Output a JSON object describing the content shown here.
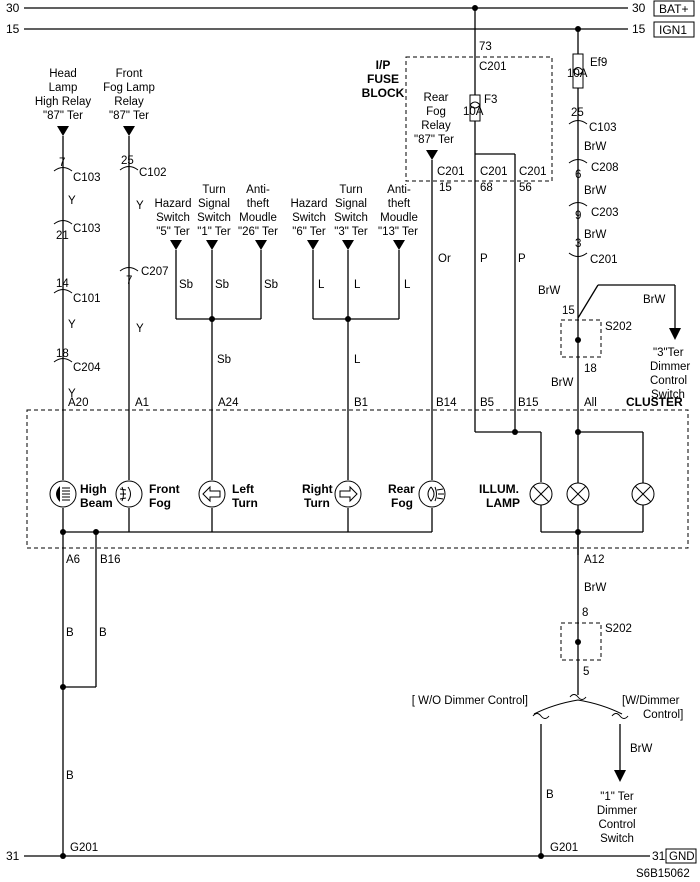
{
  "rails": {
    "bat_num_left": "30",
    "bat_num_right": "30",
    "bat_label": "BAT+",
    "ign_num_left": "15",
    "ign_num_right": "15",
    "ign_label": "IGN1",
    "gnd_num_left": "31",
    "gnd_num_right": "31",
    "gnd_label": "GND"
  },
  "fuse_block": {
    "title": [
      "I/P",
      "FUSE",
      "BLOCK"
    ],
    "pin_top": "73",
    "conn_top": "C201",
    "fuse_name": "F3",
    "fuse_rating": "10A",
    "relay_label": [
      "Rear",
      "Fog",
      "Relay",
      "\"87\" Ter"
    ],
    "bottom_conns": [
      "C201",
      "C201",
      "C201"
    ],
    "bottom_pins": [
      "15",
      "68",
      "56"
    ]
  },
  "ef9": {
    "name": "Ef9",
    "rating": "10A"
  },
  "sources": {
    "head_lamp": [
      "Head",
      "Lamp",
      "High Relay",
      "\"87\" Ter"
    ],
    "front_fog": [
      "Front",
      "Fog Lamp",
      "Relay",
      "\"87\" Ter"
    ],
    "hazard_left": [
      "Hazard",
      "Switch",
      "\"5\" Ter"
    ],
    "turn_left": [
      "Turn",
      "Signal",
      "Switch",
      "\"1\" Ter"
    ],
    "anti_left": [
      "Anti-",
      "theft",
      "Moudle",
      "\"26\" Ter"
    ],
    "hazard_right": [
      "Hazard",
      "Switch",
      "\"6\" Ter"
    ],
    "turn_right": [
      "Turn",
      "Signal",
      "Switch",
      "\"3\" Ter"
    ],
    "anti_right": [
      "Anti-",
      "theft",
      "Moudle",
      "\"13\" Ter"
    ]
  },
  "connectors": {
    "c103a_pin": "7",
    "c103a": "C103",
    "c103b_pin": "21",
    "c103b": "C103",
    "c101_pin": "14",
    "c101": "C101",
    "c204_pin": "18",
    "c204": "C204",
    "c102_pin": "25",
    "c102": "C102",
    "c207_pin": "7",
    "c207": "C207",
    "r_c103_pin": "25",
    "r_c103": "C103",
    "c208_pin": "6",
    "c208": "C208",
    "c203_pin": "9",
    "c203": "C203",
    "r_c201_pin": "3",
    "r_c201": "C201"
  },
  "wire_colors": {
    "y1": "Y",
    "y2": "Y",
    "y3": "Y",
    "y4": "Y",
    "y5": "Y",
    "sb1": "Sb",
    "sb2": "Sb",
    "sb3": "Sb",
    "sb4": "Sb",
    "l1": "L",
    "l2": "L",
    "l3": "L",
    "l4": "L",
    "or": "Or",
    "p1": "P",
    "p2": "P",
    "brw1": "BrW",
    "brw2": "BrW",
    "brw3": "BrW",
    "brw4": "BrW",
    "brw5": "BrW",
    "brw6": "BrW",
    "brw7": "BrW",
    "b1": "B",
    "b2": "B",
    "b3": "B",
    "b4": "B"
  },
  "splices": {
    "s202_top": "S202",
    "s202_top_pin_in": "15",
    "s202_top_pin_out": "18",
    "s202_bot": "S202",
    "s202_bot_pin_in": "8",
    "s202_bot_pin_out": "5"
  },
  "dimmer_top": [
    "\"3\"Ter",
    "Dimmer",
    "Control",
    "Switch"
  ],
  "dimmer_bottom": [
    "\"1\" Ter",
    "Dimmer",
    "Control",
    "Switch"
  ],
  "cluster": {
    "title": "CLUSTER",
    "pins": [
      "A20",
      "A1",
      "A24",
      "B1",
      "B14",
      "B5",
      "B15",
      "All"
    ],
    "high_beam": [
      "High",
      "Beam"
    ],
    "front_fog": [
      "Front",
      "Fog"
    ],
    "left_turn": [
      "Left",
      "Turn"
    ],
    "right_turn": [
      "Right",
      "Turn"
    ],
    "rear_fog": [
      "Rear",
      "Fog"
    ],
    "illum": [
      "ILLUM.",
      "LAMP"
    ],
    "bottom_pins": [
      "A6",
      "B16",
      "A12"
    ]
  },
  "options": {
    "wo": "[ W/O Dimmer Control]",
    "w": [
      "[W/Dimmer",
      "Control]"
    ]
  },
  "grounds": [
    "G201",
    "G201"
  ],
  "diagram_id": "S6B15062"
}
